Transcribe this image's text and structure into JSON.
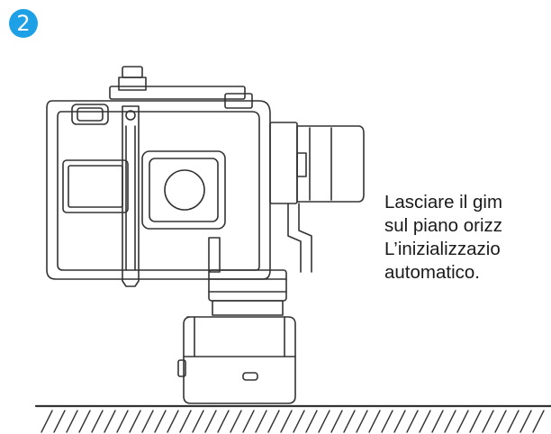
{
  "step": {
    "number": "2",
    "badge_color": "#1ea0e6"
  },
  "illustration": {
    "subject": "gimbal-with-camera-on-horizontal-surface",
    "line_color": "#333333"
  },
  "instruction": {
    "lines": [
      "Lasciare il gim",
      "sul piano orizz",
      "L’inizializzazio",
      "automatico."
    ]
  }
}
